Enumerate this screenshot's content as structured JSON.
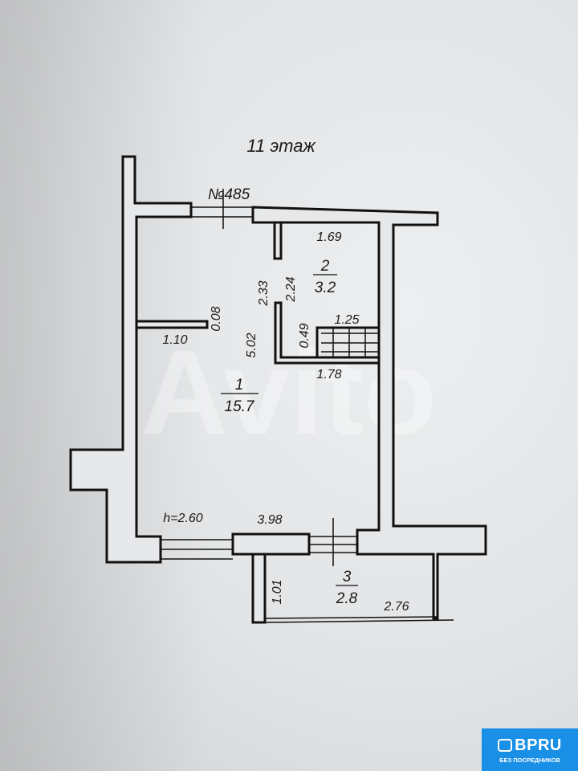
{
  "title": "11 этаж",
  "apartment_number": "№485",
  "rooms": [
    {
      "number": "1",
      "area": "15.7"
    },
    {
      "number": "2",
      "area": "3.2"
    },
    {
      "number": "3",
      "area": "2.8"
    }
  ],
  "dimensions": {
    "d169": "1.69",
    "d233": "2.33",
    "d224": "2.24",
    "d125": "1.25",
    "d049": "0.49",
    "d178": "1.78",
    "d008": "0.08",
    "d110": "1.10",
    "d502": "5.02",
    "height": "h=2.60",
    "d398": "3.98",
    "d101": "1.01",
    "d276": "2.76"
  },
  "watermark": "Avito",
  "logo": {
    "name": "BPRU",
    "tagline": "БЕЗ ПОСРЕДНИКОВ"
  }
}
